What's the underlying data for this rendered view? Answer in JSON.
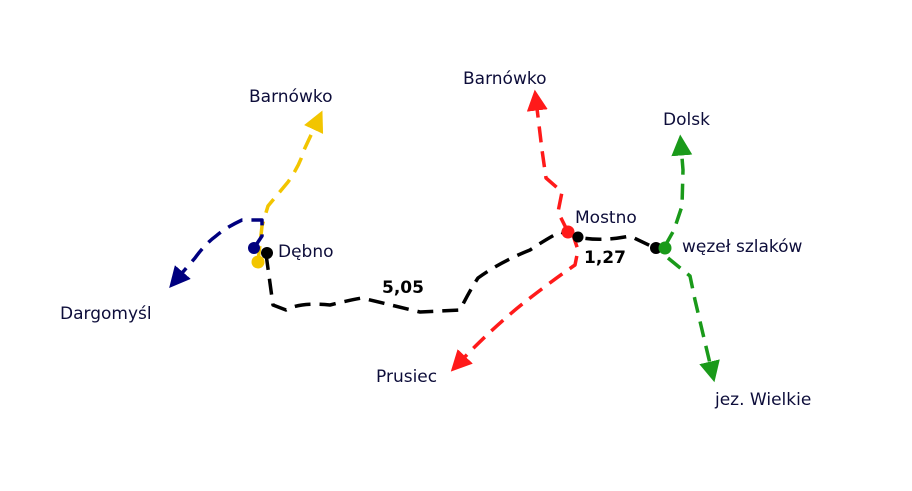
{
  "colors": {
    "black_trail": "#000000",
    "yellow_trail": "#f2c500",
    "blue_trail": "#00007f",
    "red_trail": "#ff1a1a",
    "green_trail": "#1a9a1a",
    "label": "#0d0d3a"
  },
  "places": {
    "barnowko_yellow": "Barnówko",
    "debno": "Dębno",
    "dargomysl": "Dargomyśl",
    "barnowko_red": "Barnówko",
    "dolsk": "Dolsk",
    "mostno": "Mostno",
    "wezel": "węzeł szlaków",
    "prusiec": "Prusiec",
    "jez_wielkie": "jez. Wielkie"
  },
  "distances": {
    "debno_mostno": "5,05",
    "mostno_wezel": "1,27"
  }
}
